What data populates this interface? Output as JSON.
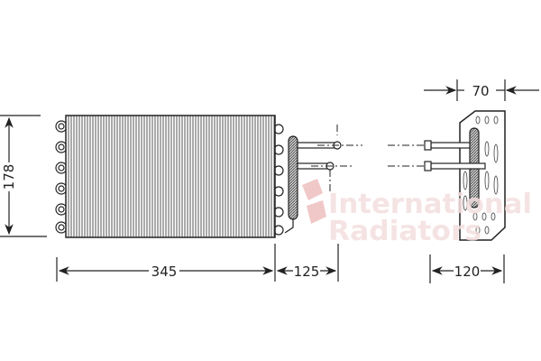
{
  "watermark": {
    "line1": "International",
    "line2": "Radiators",
    "color": "#f3dede",
    "logo_color": "#f0c8c8"
  },
  "dimensions": {
    "height": "178",
    "core_width": "345",
    "pipe_length": "125",
    "side_depth": "120",
    "pipe_offset": "70"
  },
  "colors": {
    "line": "#222222",
    "fin": "#555555"
  }
}
